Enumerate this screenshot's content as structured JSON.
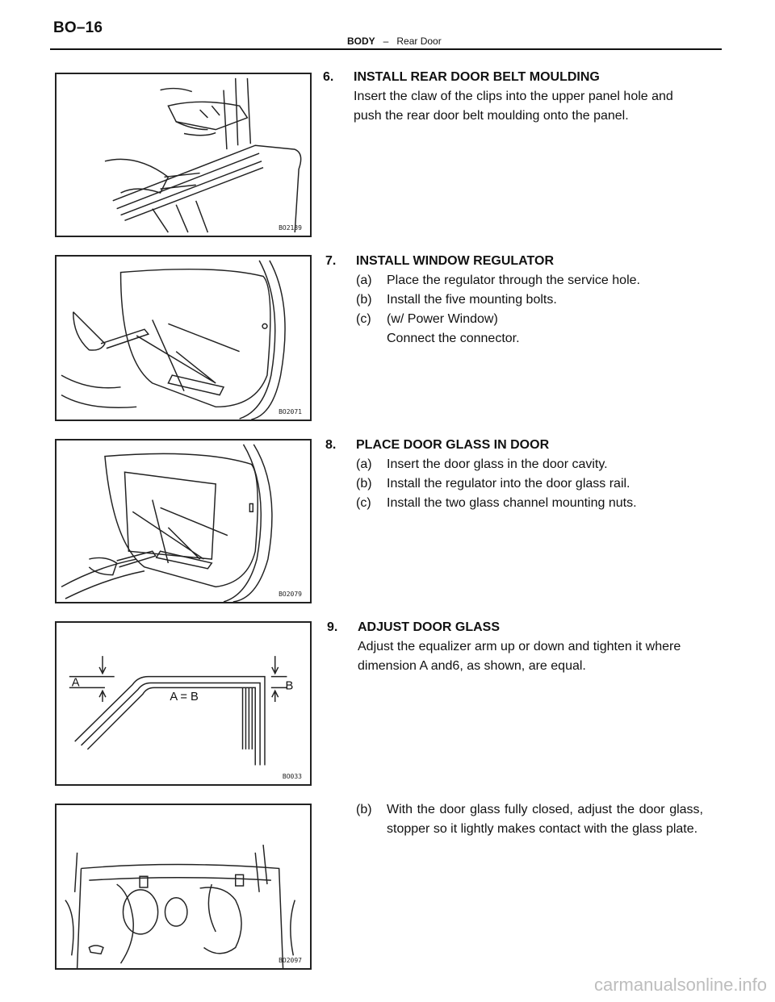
{
  "header": {
    "page_number": "BO–16",
    "section": "BODY",
    "dash": "–",
    "subsection": "Rear Door"
  },
  "figures": [
    {
      "code": "BO2139"
    },
    {
      "code": "BO2071"
    },
    {
      "code": "BO2079"
    },
    {
      "code": "BO033",
      "labels": {
        "a": "A",
        "b": "B",
        "eq": "A = B"
      }
    },
    {
      "code": "BO2097"
    }
  ],
  "steps": [
    {
      "number": "6.",
      "title": "INSTALL REAR DOOR BELT MOULDING",
      "text": "Insert the claw of the clips into the upper panel hole and push the rear door belt moulding onto the panel."
    },
    {
      "number": "7.",
      "title": "INSTALL WINDOW REGULATOR",
      "subs": [
        {
          "label": "(a)",
          "text": "Place the regulator through the service hole."
        },
        {
          "label": "(b)",
          "text": "Install the five mounting bolts."
        },
        {
          "label": "(c)",
          "text": "(w/ Power Window)"
        }
      ],
      "continuation": "Connect the connector."
    },
    {
      "number": "8.",
      "title": "PLACE DOOR GLASS IN DOOR",
      "subs": [
        {
          "label": "(a)",
          "text": "Insert the door glass in the door cavity."
        },
        {
          "label": "(b)",
          "text": "Install the regulator into the door glass rail."
        },
        {
          "label": "(c)",
          "text": "Install the two glass channel mounting nuts."
        }
      ]
    },
    {
      "number": "9.",
      "title": "ADJUST DOOR GLASS",
      "text": "Adjust the equalizer arm up or down and tighten it where dimension A and6, as shown, are equal.",
      "subs": [
        {
          "label": "(b)",
          "text": "With the door glass fully closed, adjust the door glass, stopper so it lightly makes contact with the glass plate."
        }
      ]
    }
  ],
  "watermark": "carmanualsonline.info"
}
